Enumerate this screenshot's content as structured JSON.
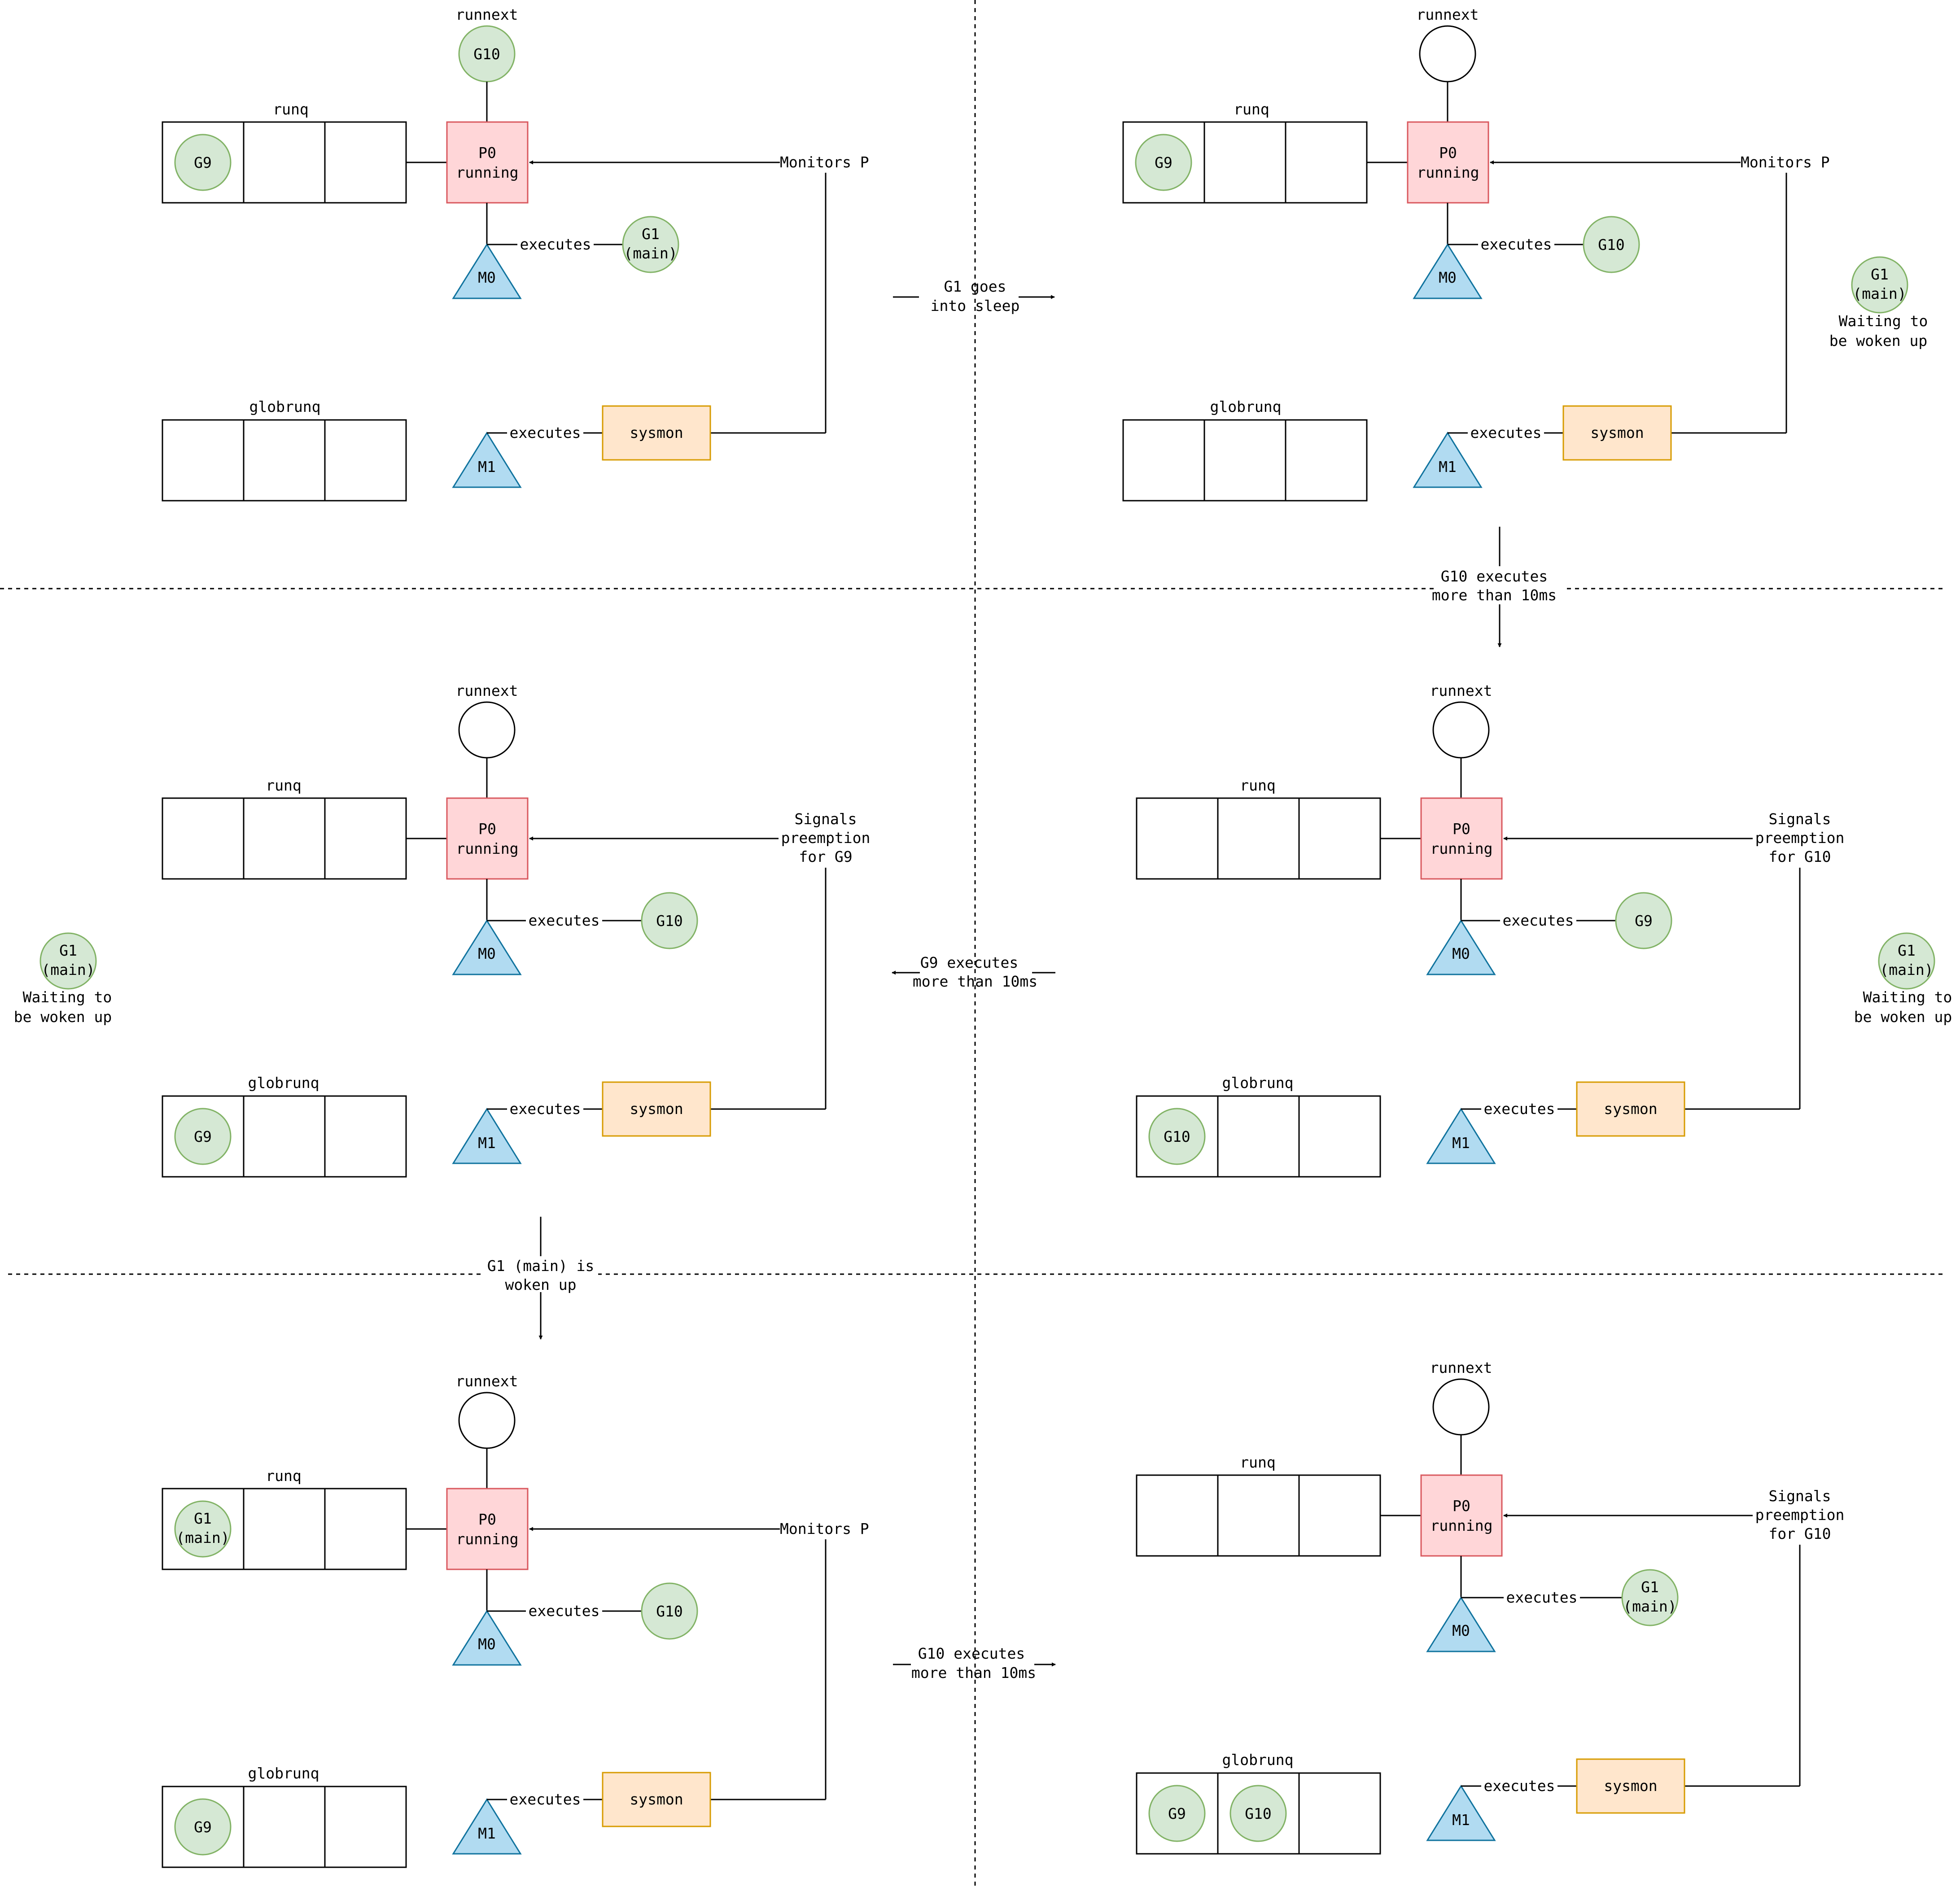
{
  "labels": {
    "runnext": "runnext",
    "runq": "runq",
    "globrunq": "globrunq",
    "p0_line1": "P0",
    "p0_line2": "running",
    "m0": "M0",
    "m1": "M1",
    "sysmon": "sysmon",
    "executes": "executes",
    "monitors": "Monitors P",
    "signals_line1": "Signals",
    "signals_line2": "preemption",
    "waiting_line1": "Waiting to",
    "waiting_line2": "be woken up"
  },
  "goroutines": {
    "g9": "G9",
    "g10": "G10",
    "g1_line1": "G1",
    "g1_line2": "(main)"
  },
  "signal_targets": {
    "g9": "for G9",
    "g10": "for G10"
  },
  "transitions": {
    "t1_line1": "G1 goes",
    "t1_line2": "into sleep",
    "t2_line1": "G10 executes",
    "t2_line2": "more than 10ms",
    "t3_line1": "G9 executes",
    "t3_line2": "more than 10ms",
    "t4_line1": "G1 (main) is",
    "t4_line2": "woken up",
    "t5_line1": "G10 executes",
    "t5_line2": "more than 10ms"
  },
  "colors": {
    "processor_fill": "#ffd6d8",
    "processor_stroke": "#d9585e",
    "machine_fill": "#b1dbf1",
    "machine_stroke": "#10739e",
    "goroutine_fill": "#d5e8d4",
    "goroutine_stroke": "#82b366",
    "sysmon_fill": "#ffe6cc",
    "sysmon_stroke": "#d79b00"
  }
}
